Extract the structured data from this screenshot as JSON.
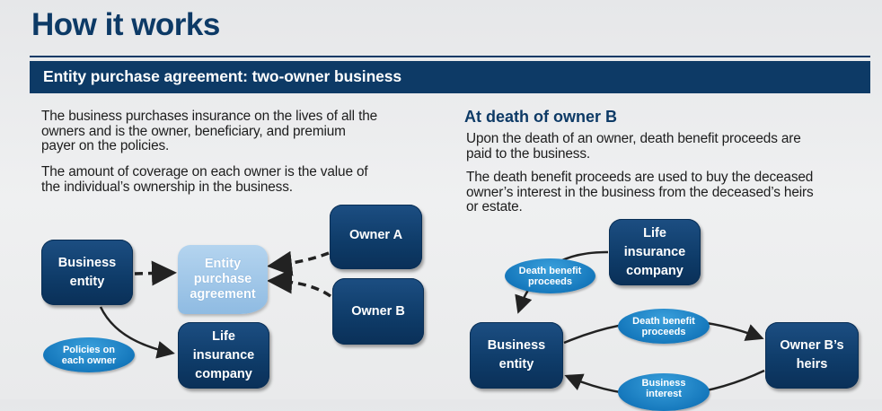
{
  "title": "How it works",
  "banner": "Entity purchase agreement: two-owner business",
  "left": {
    "para1": [
      "The business purchases insurance on the lives of all the",
      "owners and is the owner, beneficiary, and premium",
      "payer on the policies."
    ],
    "para2": [
      "The amount of coverage on each owner is the value of",
      "the individual’s ownership in the business."
    ],
    "diagram": {
      "business_entity": [
        "Business",
        "entity"
      ],
      "agreement": [
        "Entity",
        "purchase",
        "agreement"
      ],
      "owner_a": "Owner A",
      "owner_b": "Owner B",
      "life_insurance": [
        "Life",
        "insurance",
        "company"
      ],
      "policies_label": [
        "Policies on",
        "each owner"
      ]
    }
  },
  "right": {
    "heading": "At death of owner B",
    "para1": [
      "Upon the death of an owner, death benefit proceeds are",
      "paid to the business."
    ],
    "para2": [
      "The death benefit proceeds are used to buy the deceased",
      "owner’s interest in the business from the deceased’s heirs",
      "or estate."
    ],
    "diagram": {
      "life_insurance": [
        "Life",
        "insurance",
        "company"
      ],
      "death_benefit_1": [
        "Death benefit",
        "proceeds"
      ],
      "business_entity": [
        "Business",
        "entity"
      ],
      "death_benefit_2": [
        "Death benefit",
        "proceeds"
      ],
      "heirs": [
        "Owner B’s",
        "heirs"
      ],
      "business_interest": [
        "Business",
        "interest"
      ]
    }
  },
  "colors": {
    "navy": "#0d3a66",
    "light_blue": "#9cc5e8",
    "oval_blue": "#1679bd"
  }
}
